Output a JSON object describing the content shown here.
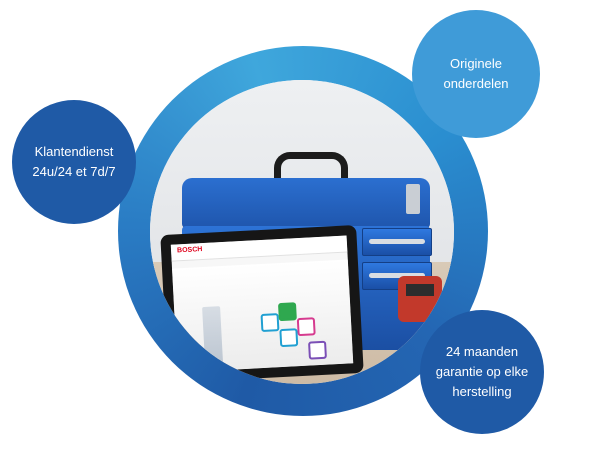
{
  "features": {
    "left": {
      "line1": "Klantendienst",
      "line2": "24u/24 et 7d/7"
    },
    "top": {
      "line1": "Originele",
      "line2": "onderdelen"
    },
    "bottom_right": {
      "line1": "24 maanden",
      "line2": "garantie op elke",
      "line3": "herstelling"
    }
  },
  "tablet": {
    "brand": "BOSCH"
  },
  "colors": {
    "dark_blue": "#1f5aa6",
    "light_blue": "#3f9bd8",
    "toolbox_blue": "#2d73d6"
  }
}
